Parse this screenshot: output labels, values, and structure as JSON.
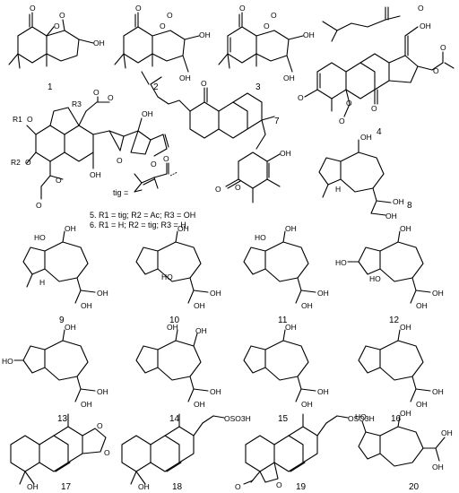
{
  "compounds": [
    {
      "id": "1",
      "label": "1"
    },
    {
      "id": "2",
      "label": "2"
    },
    {
      "id": "3",
      "label": "3"
    },
    {
      "id": "4",
      "label": "4"
    },
    {
      "id": "5",
      "label": "5. R1 = tig; R2 = Ac; R3 = OH"
    },
    {
      "id": "6",
      "label": "6. R1 = H; R2 = tig; R3 = H"
    },
    {
      "id": "7",
      "label": "7"
    },
    {
      "id": "8",
      "label": "8"
    },
    {
      "id": "9",
      "label": "9"
    },
    {
      "id": "10",
      "label": "10"
    },
    {
      "id": "11",
      "label": "11"
    },
    {
      "id": "12",
      "label": "12"
    },
    {
      "id": "13",
      "label": "13"
    },
    {
      "id": "14",
      "label": "14"
    },
    {
      "id": "15",
      "label": "15"
    },
    {
      "id": "16",
      "label": "16"
    },
    {
      "id": "17",
      "label": "17"
    },
    {
      "id": "18",
      "label": "18"
    },
    {
      "id": "19",
      "label": "19"
    },
    {
      "id": "20",
      "label": "20"
    }
  ],
  "legend": {
    "tig": "tig ="
  },
  "atoms": {
    "O": "O",
    "OH": "OH",
    "HO": "HO",
    "H": "H",
    "R1": "R1",
    "R2": "R2",
    "R3": "R3",
    "OSO3H": "OSO3H"
  }
}
